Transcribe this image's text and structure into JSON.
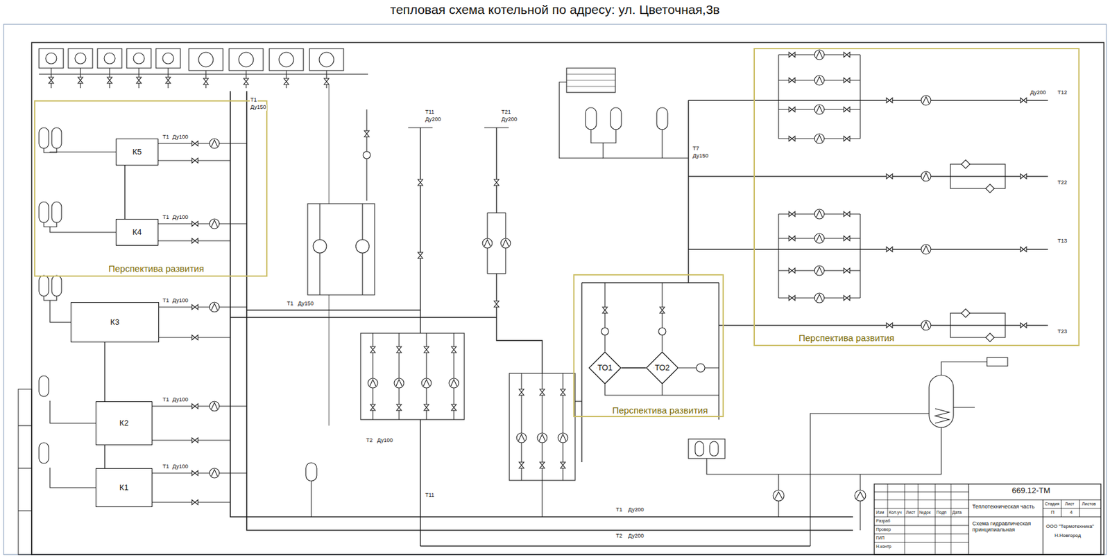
{
  "diagram": {
    "title": "тепловая схема котельной по адресу: ул. Цветочная,3в",
    "nodes": [
      {
        "text": [
          "Перспектива развития"
        ]
      },
      {
        "text": [
          "Перспектива развития"
        ]
      },
      {
        "text": [
          "Перспектива развития"
        ]
      },
      {
        "text": [
          "К5"
        ],
        "in": 0
      },
      {
        "text": [
          "К4"
        ],
        "in": 0
      },
      {
        "text": [
          "К3"
        ]
      },
      {
        "text": [
          "К2"
        ]
      },
      {
        "text": [
          "К1"
        ]
      },
      {
        "text": [
          "ТО1"
        ],
        "in": 1
      },
      {
        "text": [
          "ТО2"
        ],
        "in": 1
      }
    ],
    "edges": [
      {
        "from": 3,
        "to": 4,
        "arrow": "none"
      },
      {
        "from": 5,
        "to": 6,
        "arrow": "none"
      },
      {
        "from": 6,
        "to": 7,
        "arrow": "none"
      },
      {
        "from": 8,
        "to": 9,
        "arrow": "none"
      }
    ],
    "labels": [
      "669.12-ТМ",
      "Теплотехническая часть",
      "Схема гидравлическая принципиальная",
      "Стадия",
      "Лист",
      "Листов",
      "П",
      "4",
      "ООО \"Термотехника\"",
      "Н.Новгород",
      "Изм",
      "Кол.уч",
      "Лист",
      "№док",
      "Подп",
      "Дата",
      "Разраб",
      "Провер",
      "ГИП",
      "Н.контр",
      "Т1",
      "Ду100",
      "Т1",
      "Ду100",
      "Т1",
      "Ду100",
      "Т1",
      "Ду100",
      "Т1",
      "Ду100",
      "Т1",
      "Ду150",
      "Т1",
      "Ду150",
      "Т11",
      "Ду200",
      "Т21",
      "Ду200",
      "Т2",
      "Ду100",
      "Т11",
      "Т1",
      "Ду200",
      "Т2",
      "Ду200",
      "Т12",
      "Ду200",
      "Т22",
      "Т13",
      "Т23",
      "Т7",
      "Ду150"
    ]
  }
}
